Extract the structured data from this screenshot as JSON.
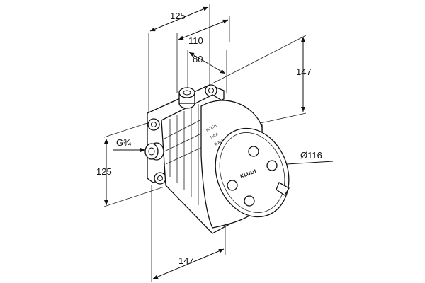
{
  "dimensions": {
    "top_overall_width": "125",
    "top_mid_width": "110",
    "top_inner_width": "80",
    "right_height": "147",
    "diameter": "Ø116",
    "thread": "G¾",
    "left_height": "125",
    "bottom_depth": "147"
  },
  "part_markings": {
    "brand": "KLUDI",
    "labels": [
      "FLUSH",
      "MAX",
      "WALL"
    ]
  }
}
